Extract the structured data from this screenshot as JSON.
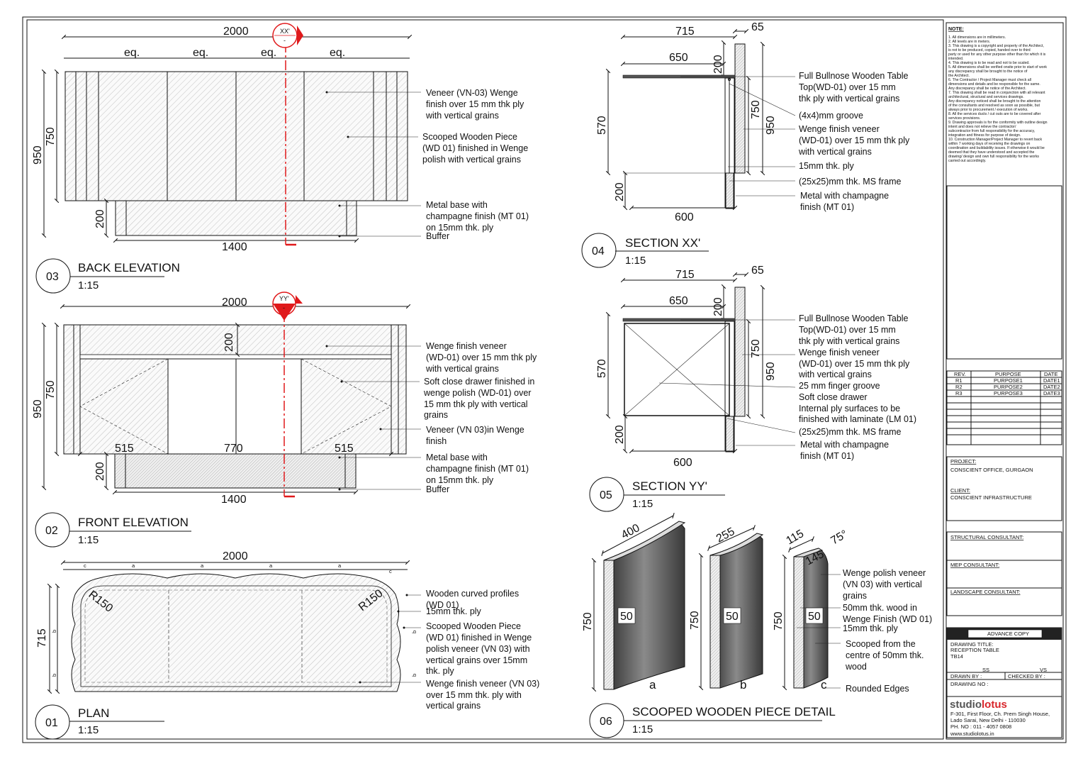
{
  "back_elevation": {
    "number": "03",
    "title": "BACK ELEVATION",
    "scale": "1:15",
    "dim_width": "2000",
    "dim_eq": "eq.",
    "dim_height_total": "950",
    "dim_height_top": "750",
    "dim_base_height": "200",
    "dim_base_width": "1400",
    "section_marker": "XX'",
    "section_marker_sub": "-",
    "notes": [
      [
        "Veneer (VN-03) Wenge",
        "finish over 15 mm thk ply",
        "with vertical grains"
      ],
      [
        "Scooped Wooden Piece",
        "(WD 01) finished in Wenge",
        "polish with vertical grains"
      ],
      [
        "Metal base with",
        "champagne finish (MT 01)",
        "on 15mm thk. ply",
        "Buffer"
      ]
    ]
  },
  "front_elevation": {
    "number": "02",
    "title": "FRONT ELEVATION",
    "scale": "1:15",
    "dim_width": "2000",
    "dim_top_band": "200",
    "dim_height_total": "950",
    "dim_height_top": "750",
    "dim_drawer_left": "515",
    "dim_drawer_mid": "770",
    "dim_drawer_right": "515",
    "dim_base_height": "200",
    "dim_base_width": "1400",
    "section_marker": "YY'",
    "section_marker_sub": "-",
    "notes": [
      [
        "Wenge finish veneer",
        "(WD-01) over 15 mm thk ply",
        "with vertical grains"
      ],
      [
        "Soft close drawer finished in",
        "wenge polish (WD-01) over",
        "15 mm thk ply with vertical",
        "grains"
      ],
      [
        "Veneer (VN 03)in Wenge",
        "finish"
      ],
      [
        "Metal base with",
        "champagne finish (MT 01)",
        "on 15mm thk. ply",
        "Buffer"
      ]
    ]
  },
  "plan": {
    "number": "01",
    "title": "PLAN",
    "scale": "1:15",
    "dim_width": "2000",
    "dim_depth": "715",
    "radius_left": "R150",
    "radius_right": "R150",
    "dim_a": "a",
    "dim_b": "b",
    "dim_c": "c",
    "notes": [
      [
        "Wooden curved profiles",
        "(WD 01)"
      ],
      [
        "15mm thk. ply"
      ],
      [
        "Scooped Wooden Piece",
        "(WD 01) finished in Wenge",
        "polish veneer (VN 03) with",
        "vertical grains over 15mm",
        "thk. ply"
      ],
      [
        "Wenge finish veneer (VN 03)",
        "over 15 mm thk. ply with",
        "vertical grains"
      ]
    ]
  },
  "section_xx": {
    "number": "04",
    "title": "SECTION XX'",
    "scale": "1:15",
    "dim_715": "715",
    "dim_65": "65",
    "dim_650": "650",
    "dim_200_top": "200",
    "dim_750": "750",
    "dim_950": "950",
    "dim_570": "570",
    "dim_200_base": "200",
    "dim_600": "600",
    "notes": [
      [
        "Full Bullnose Wooden Table",
        "Top(WD-01) over 15 mm",
        "thk ply with vertical grains"
      ],
      [
        "(4x4)mm groove"
      ],
      [
        "Wenge finish veneer",
        "(WD-01) over 15 mm thk ply",
        "with vertical grains"
      ],
      [
        "15mm thk. ply"
      ],
      [
        "(25x25)mm thk. MS frame"
      ],
      [
        "Metal with champagne",
        "finish (MT 01)"
      ]
    ]
  },
  "section_yy": {
    "number": "05",
    "title": "SECTION YY'",
    "scale": "1:15",
    "dim_715": "715",
    "dim_65": "65",
    "dim_650": "650",
    "dim_200_top": "200",
    "dim_750": "750",
    "dim_950": "950",
    "dim_570": "570",
    "dim_200_base": "200",
    "dim_600": "600",
    "notes": [
      [
        "Full Bullnose Wooden Table",
        "Top(WD-01) over 15 mm",
        "thk ply with vertical grains"
      ],
      [
        "Wenge finish veneer",
        "(WD-01) over 15 mm thk ply",
        "with vertical grains"
      ],
      [
        "25 mm finger groove"
      ],
      [
        "Soft close drawer",
        "Internal ply surfaces to be",
        "finished with laminate (LM 01)"
      ],
      [
        "(25x25)mm thk. MS frame"
      ],
      [
        "Metal with champagne",
        "finish (MT 01)"
      ]
    ]
  },
  "scooped_detail": {
    "number": "06",
    "title": "SCOOPED WOODEN PIECE DETAIL",
    "scale": "1:15",
    "piece_a": {
      "width": "400",
      "height": "750",
      "thk": "50",
      "label": "a"
    },
    "piece_b": {
      "width": "255",
      "height": "750",
      "thk": "50",
      "label": "b"
    },
    "piece_c": {
      "width": "115",
      "height": "750",
      "thk": "50",
      "label": "c",
      "angle": "75°",
      "radius": "145"
    },
    "notes": [
      [
        "Wenge polish veneer",
        "(VN 03) with vertical",
        "grains"
      ],
      [
        "50mm thk. wood in",
        "Wenge Finish (WD 01)"
      ],
      [
        "15mm thk. ply"
      ],
      [
        "Scooped from the",
        "centre of 50mm thk.",
        "wood"
      ],
      [
        "Rounded Edges"
      ]
    ]
  },
  "title_block": {
    "note_heading": "NOTE:",
    "notes": [
      "1.  All dimensions are in millimeters.",
      "2.  All levels are in meters.",
      "3.  This drawing is a copyright and property of the Architect,",
      "     is not to be produced, copied, handed over to third",
      "     party or used for any other purpose other than for which it is",
      "     intended.",
      "4.  This drawing is to be read and not to be scaled.",
      "5.  All dimensions shall be verified onsite prior to start of work",
      "     any discrepancy shall be brought to the notice of",
      "     the Architect.",
      "6.  The Contractor / Project Manager must check all",
      "     dimensions and details and be responsible for the same.",
      "     Any discrepancy shall be notice of the Architect.",
      "7.  This drawing shall be read in conjunction with all relevant",
      "     architectural, structural and services drawings.",
      "     Any discrepancy noticed shall be brought to the attention",
      "     of the consultants and resolved as soon as possible, but",
      "     always prior to procurement / execution of works.",
      "8.  All the services ducts / cut outs are to be covered after",
      "     services provisions.",
      "9.  Drawing approvals is for the conformity with outline design",
      "     intent and does not relieve the contractor/",
      "     subcontractor from full responsibility for the accuracy,",
      "     integration and fitness for purpose of design.",
      "10. Construction Manager/Project Manager to revert back",
      "     within 7 working days of receiving the drawings on",
      "     coordination and buildability issues. If otherwise it would be",
      "     deemed that they have understood and accepted the",
      "     drawing/ design and own full responsibility for the works",
      "     carried out accordingly."
    ],
    "rev_headers": [
      "REV.",
      "PURPOSE",
      "DATE"
    ],
    "rev_rows": [
      [
        "R1",
        "PURPOSE1",
        "DATE1"
      ],
      [
        "R2",
        "PURPOSE2",
        "DATE2"
      ],
      [
        "R3",
        "PURPOSE3",
        "DATE3"
      ]
    ],
    "project_label": "PROJECT:",
    "project_value": "CONSCIENT OFFICE, GURGAON",
    "client_label": "CLIENT:",
    "client_value": "CONSCIENT INFRASTRUCTURE",
    "structural_label": "STRUCTURAL CONSULTANT:",
    "mep_label": "MEP CONSULTANT:",
    "landscape_label": "LANDSCAPE CONSULTANT:",
    "advance_copy": "ADVANCE COPY",
    "drawing_title_label": "DRAWING TITLE:",
    "drawing_title_value": "RECEPTION TABLE",
    "drawing_code": "TB14",
    "drawn_by_label": "DRAWN BY :",
    "drawn_by_value": "SS",
    "checked_by_label": "CHECKED BY :",
    "checked_by_value": "VS",
    "drawing_no_label": "DRAWING NO :",
    "logo_part1": "studio",
    "logo_part2": "lotus",
    "address": [
      "F-301, First Floor, Ch. Prem Singh House,",
      "Lado Sarai, New Delhi - 110030",
      "PH. NO : 011 - 4057 0808",
      "www.studiolotus.in"
    ]
  }
}
